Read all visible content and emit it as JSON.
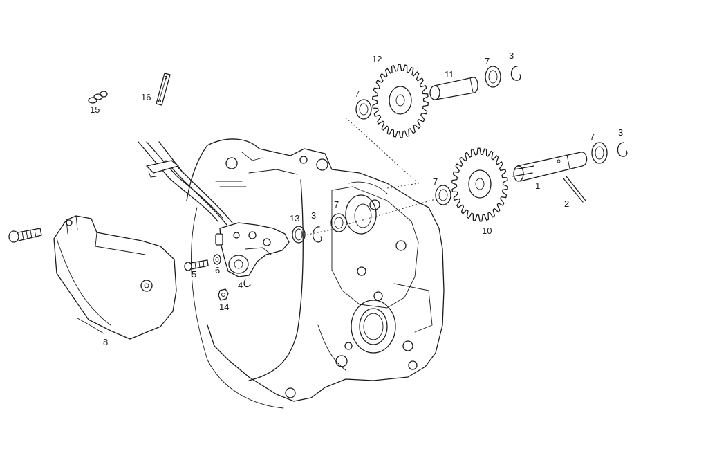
{
  "diagram": {
    "callouts": [
      {
        "id": "c1",
        "text": "1"
      },
      {
        "id": "c2",
        "text": "2"
      },
      {
        "id": "c3a",
        "text": "3"
      },
      {
        "id": "c3b",
        "text": "3"
      },
      {
        "id": "c3c",
        "text": "3"
      },
      {
        "id": "c4",
        "text": "4"
      },
      {
        "id": "c5",
        "text": "5"
      },
      {
        "id": "c6",
        "text": "6"
      },
      {
        "id": "c7a",
        "text": "7"
      },
      {
        "id": "c7b",
        "text": "7"
      },
      {
        "id": "c7c",
        "text": "7"
      },
      {
        "id": "c7d",
        "text": "7"
      },
      {
        "id": "c7e",
        "text": "7"
      },
      {
        "id": "c8",
        "text": "8"
      },
      {
        "id": "c10",
        "text": "10"
      },
      {
        "id": "c11",
        "text": "11"
      },
      {
        "id": "c12",
        "text": "12"
      },
      {
        "id": "c13",
        "text": "13"
      },
      {
        "id": "c14",
        "text": "14"
      },
      {
        "id": "c15",
        "text": "15"
      },
      {
        "id": "c16",
        "text": "16"
      }
    ]
  }
}
